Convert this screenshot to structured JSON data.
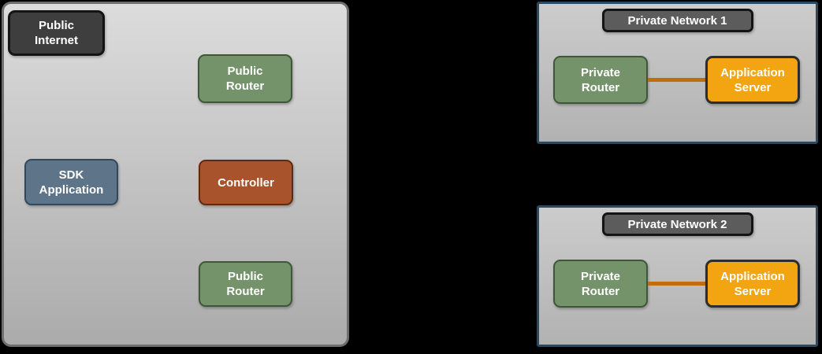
{
  "colors": {
    "background": "#000000",
    "zone_fill_top": "#dcdcdc",
    "zone_fill_bottom": "#ababab",
    "zone_border": "#6e6e6e",
    "network_border": "#2b4a60",
    "dark_node_fill": "#3e3e3e",
    "header_fill": "#5c5c5c",
    "node_border_dark": "#141414",
    "green_fill": "#75936b",
    "green_border": "#3f5639",
    "slate_fill": "#5e7489",
    "slate_border": "#32485c",
    "rust_fill": "#a9532d",
    "rust_border": "#5f2a10",
    "orange_fill": "#f2a510",
    "orange_border": "#2d2d2d",
    "connector": "#bf6e0c",
    "text": "#ffffff"
  },
  "public_zone": {
    "nodes": {
      "public_internet": {
        "label": "Public\nInternet"
      },
      "public_router_top": {
        "label": "Public\nRouter"
      },
      "sdk_application": {
        "label": "SDK\nApplication"
      },
      "controller": {
        "label": "Controller"
      },
      "public_router_bottom": {
        "label": "Public\nRouter"
      }
    }
  },
  "private_networks": [
    {
      "title": "Private Network 1",
      "nodes": {
        "private_router": {
          "label": "Private\nRouter"
        },
        "application_server": {
          "label": "Application\nServer"
        }
      }
    },
    {
      "title": "Private Network 2",
      "nodes": {
        "private_router": {
          "label": "Private\nRouter"
        },
        "application_server": {
          "label": "Application\nServer"
        }
      }
    }
  ]
}
